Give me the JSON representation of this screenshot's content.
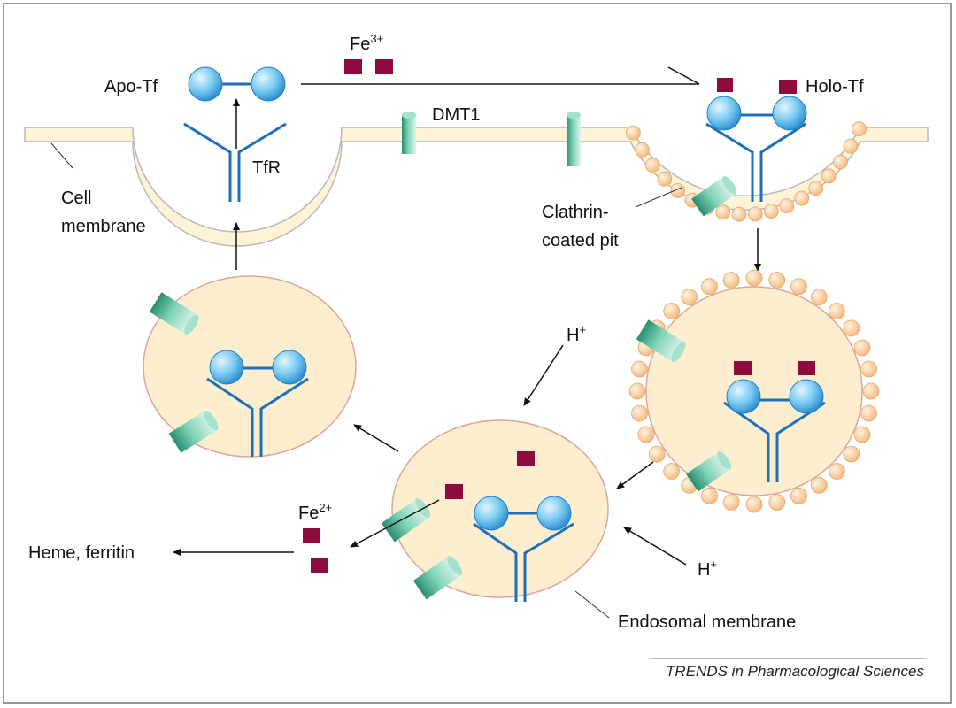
{
  "labels": {
    "fe3": "Fe",
    "fe3_charge": "3+",
    "apo_tf": "Apo-Tf",
    "holo_tf": "Holo-Tf",
    "dmt1": "DMT1",
    "tfr": "TfR",
    "cell_membrane_line1": "Cell",
    "cell_membrane_line2": "membrane",
    "clathrin_line1": "Clathrin-",
    "clathrin_line2": "coated pit",
    "h_plus_top": "H",
    "h_plus_top_charge": "+",
    "h_plus_bottom": "H",
    "h_plus_bottom_charge": "+",
    "fe2": "Fe",
    "fe2_charge": "2+",
    "heme_ferritin": "Heme, ferritin",
    "endosomal_membrane": "Endosomal membrane",
    "credit": "TRENDS in Pharmacological Sciences"
  },
  "colors": {
    "membrane_fill": "#fdf3d6",
    "membrane_edge": "#b9b9b9",
    "vesicle_fill": "#fdeed0",
    "vesicle_edge": "#e0a49a",
    "receptor": "#1d6fb8",
    "transferrin": "#63bff0",
    "iron": "#8e0b3d",
    "channel": "#56b99b",
    "clathrin": "#f6c48c"
  }
}
